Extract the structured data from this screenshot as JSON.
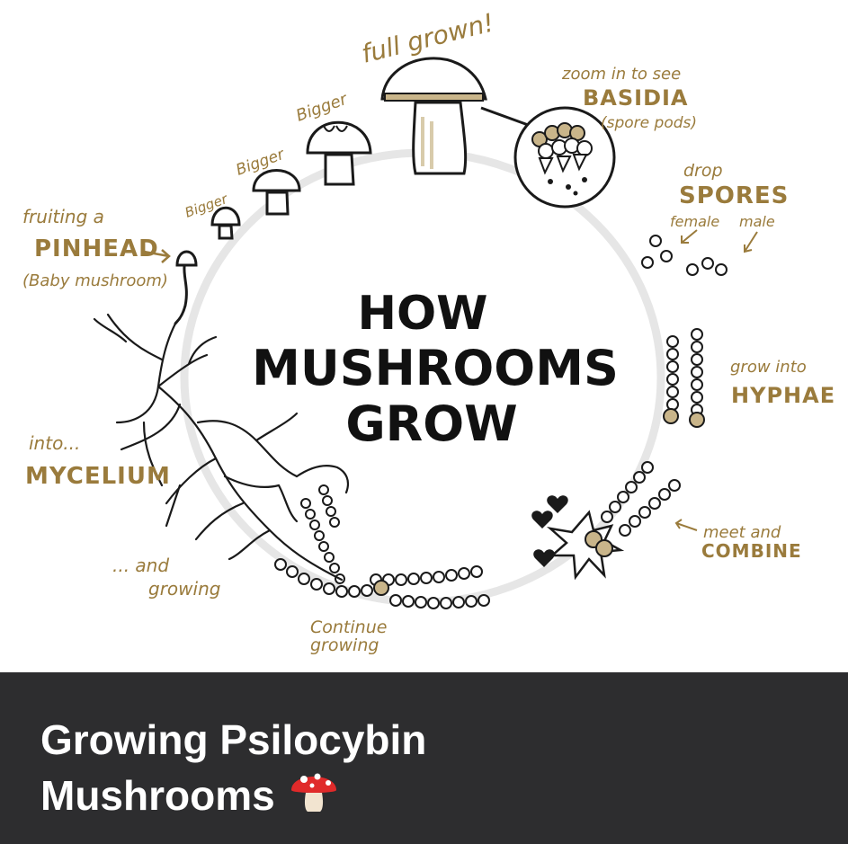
{
  "diagram": {
    "title_lines": [
      "HOW",
      "MUSHROOMS",
      "GROW"
    ],
    "labels": {
      "full_grown": "full grown!",
      "zoom_in": "zoom in to see",
      "basidia": "BASIDIA",
      "spore_pods": "(spore pods)",
      "drop": "drop",
      "spores": "SPORES",
      "female": "female",
      "male": "male",
      "grow_into": "grow into",
      "hyphae": "HYPHAE",
      "meet_and": "meet and",
      "combine": "COMBINE",
      "continue": "Continue",
      "growing1": "growing",
      "and": "... and",
      "growing2": "growing",
      "into": "into...",
      "mycelium": "MYCELIUM",
      "fruiting_a": "fruiting a",
      "pinhead": "PINHEAD",
      "baby_mushroom": "(Baby mushroom)",
      "bigger1": "Bigger",
      "bigger2": "Bigger",
      "bigger3": "Bigger"
    },
    "colors": {
      "accent": "#9a7b3c",
      "ink": "#1a1a1a",
      "cap_shade": "#c9b58a",
      "cycle": "#e6e6e6"
    }
  },
  "caption": {
    "line1": "Growing Psilocybin",
    "line2": "Mushrooms",
    "emoji_icon": "mushroom-emoji-icon"
  },
  "colors": {
    "caption_bg": "#2d2d2f",
    "caption_text": "#ffffff"
  }
}
